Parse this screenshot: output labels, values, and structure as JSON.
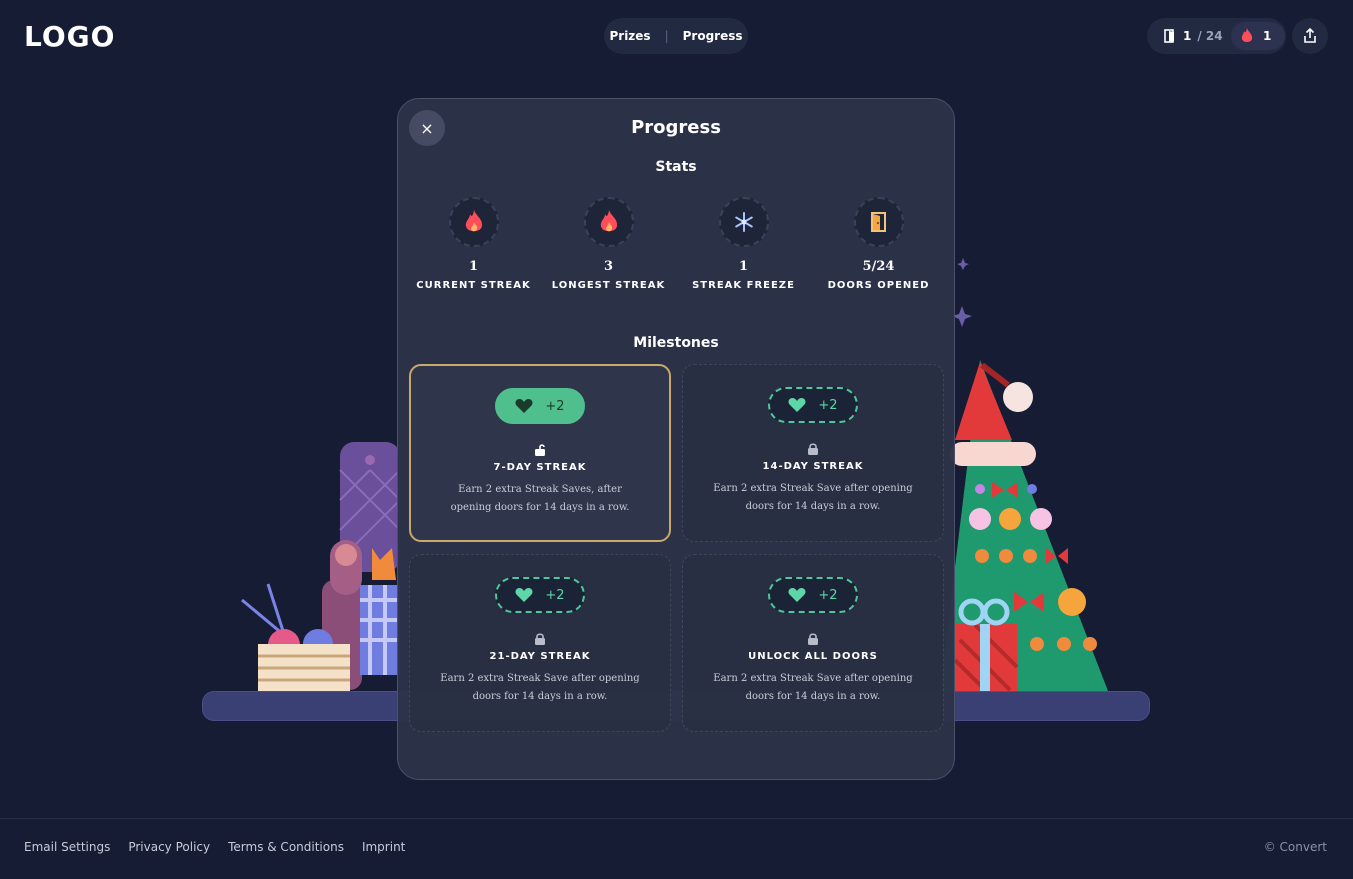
{
  "header": {
    "logo": "LOGO",
    "nav": {
      "prizes": "Prizes",
      "separator": "|",
      "progress": "Progress"
    },
    "doors_count": "1",
    "doors_total": "/ 24",
    "streak_count": "1"
  },
  "modal": {
    "title": "Progress",
    "close_label": "×",
    "stats_title": "Stats",
    "stats": [
      {
        "value": "1",
        "label": "CURRENT STREAK",
        "icon": "fire-icon"
      },
      {
        "value": "3",
        "label": "LONGEST STREAK",
        "icon": "fire-icon"
      },
      {
        "value": "1",
        "label": "STREAK FREEZE",
        "icon": "snowflake-icon"
      },
      {
        "value": "5/24",
        "label": "DOORS OPENED",
        "icon": "door-icon"
      }
    ],
    "milestones_title": "Milestones",
    "milestones": [
      {
        "reward": "+2",
        "title": "7-DAY STREAK",
        "desc": "Earn 2 extra Streak Saves, after opening doors for 14 days in a row.",
        "unlocked": true
      },
      {
        "reward": "+2",
        "title": "14-DAY STREAK",
        "desc": "Earn 2 extra Streak Save after opening doors for 14 days in a row.",
        "unlocked": false
      },
      {
        "reward": "+2",
        "title": "21-DAY STREAK",
        "desc": "Earn 2 extra Streak Save after opening doors for 14 days in a row.",
        "unlocked": false
      },
      {
        "reward": "+2",
        "title": "UNLOCK ALL DOORS",
        "desc": "Earn 2 extra Streak Save after opening doors for 14 days in a row.",
        "unlocked": false
      }
    ]
  },
  "footer": {
    "links": [
      "Email Settings",
      "Privacy Policy",
      "Terms & Conditions",
      "Imprint"
    ],
    "copyright": "© Convert"
  },
  "colors": {
    "background": "#151c33",
    "accent_green": "#4fc08d",
    "gold_border": "#c9a96a",
    "fire": "#ff4d5a"
  }
}
